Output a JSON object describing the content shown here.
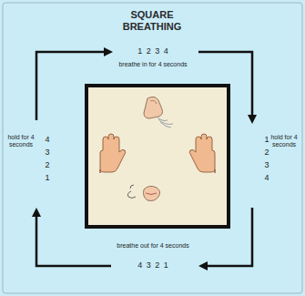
{
  "diagram": {
    "title": "SQUARE BREATHING",
    "labels": [
      "1 2 3 4",
      "breathe in for 4 seconds",
      "hold for 4 seconds",
      "1 2 3 4",
      "breathe out for 4 seconds",
      "4 3 2 1",
      "4 3 2 1",
      "hold for 4 seconds"
    ]
  }
}
